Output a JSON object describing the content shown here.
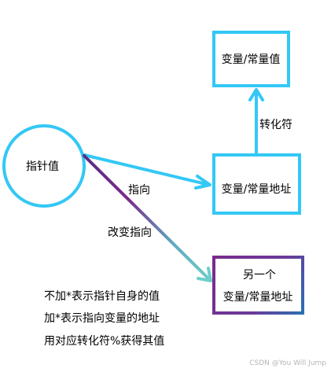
{
  "diagram": {
    "nodes": {
      "pointer": "指针值",
      "value": "变量/常量值",
      "address": "变量/常量地址",
      "other_line1": "另一个",
      "other_line2": "变量/常量地址"
    },
    "edges": {
      "points_to": "指向",
      "deref": "转化符",
      "change": "改变指向"
    }
  },
  "notes": [
    "不加*表示指针自身的值",
    "加*表示指向变量的地址",
    "用对应转化符%获得其值"
  ],
  "watermark": "CSDN @You Will Jump",
  "colors": {
    "accent": "#33c8f5",
    "gradient_purple": "#7a2a8a",
    "gradient_teal": "#6ccfc8",
    "box_border_end": "#2a6fb0"
  }
}
